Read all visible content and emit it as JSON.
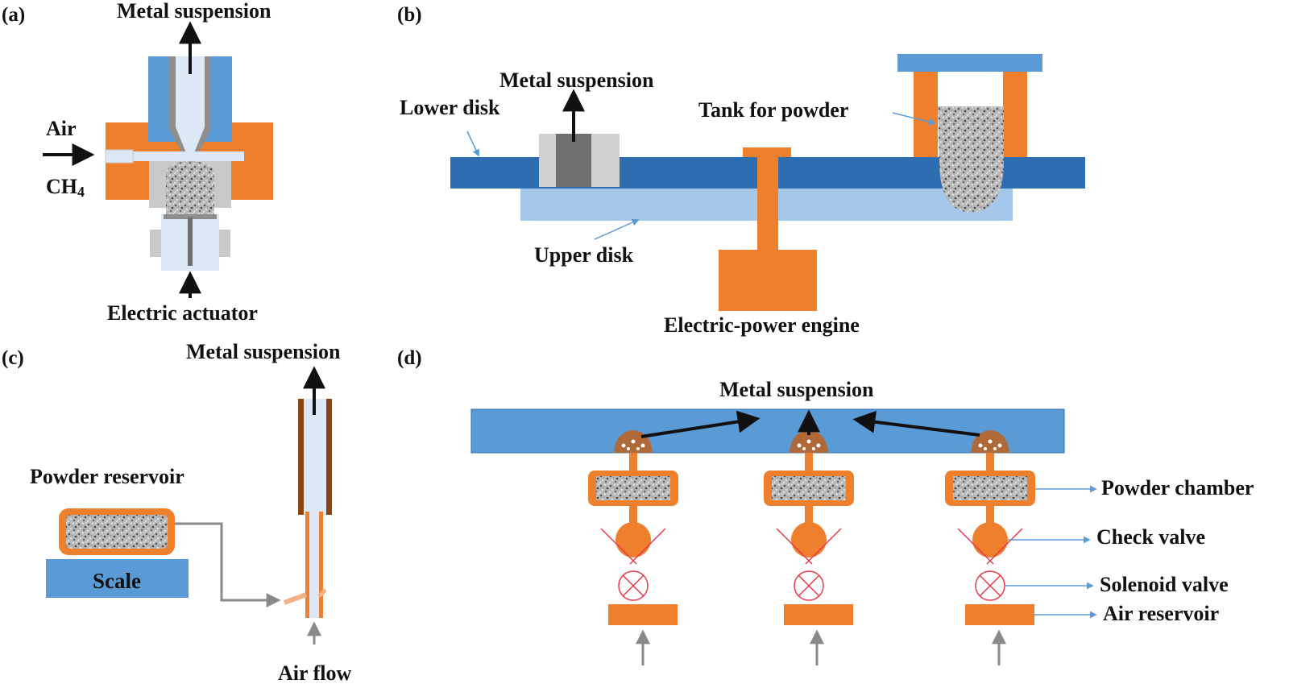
{
  "colors": {
    "orange": "#ee7f2d",
    "dark_blue": "#2e6db0",
    "mid_blue": "#5b9bd5",
    "light_blue": "#a3c8ea",
    "very_light_blue": "#dce8f6",
    "gray": "#c9c9c9",
    "dark_gray": "#6f6f6f",
    "brown": "#a0522d",
    "check_red": "#e8384a",
    "leader_blue": "#5b9bd5"
  },
  "panels": {
    "a": {
      "tag": "(a)",
      "metal_suspension": "Metal suspension",
      "air": "Air",
      "ch4_main": "CH",
      "ch4_sub": "4",
      "electric_actuator": "Electric actuator"
    },
    "b": {
      "tag": "(b)",
      "metal_suspension": "Metal suspension",
      "lower_disk": "Lower disk",
      "tank_for_powder": "Tank for powder",
      "upper_disk": "Upper disk",
      "engine": "Electric-power engine"
    },
    "c": {
      "tag": "(c)",
      "metal_suspension": "Metal suspension",
      "powder_reservoir": "Powder reservoir",
      "scale": "Scale",
      "air_flow": "Air flow"
    },
    "d": {
      "tag": "(d)",
      "metal_suspension": "Metal suspension",
      "powder_chamber": "Powder chamber",
      "check_valve": "Check valve",
      "solenoid_valve": "Solenoid valve",
      "air_reservoir": "Air reservoir"
    }
  }
}
